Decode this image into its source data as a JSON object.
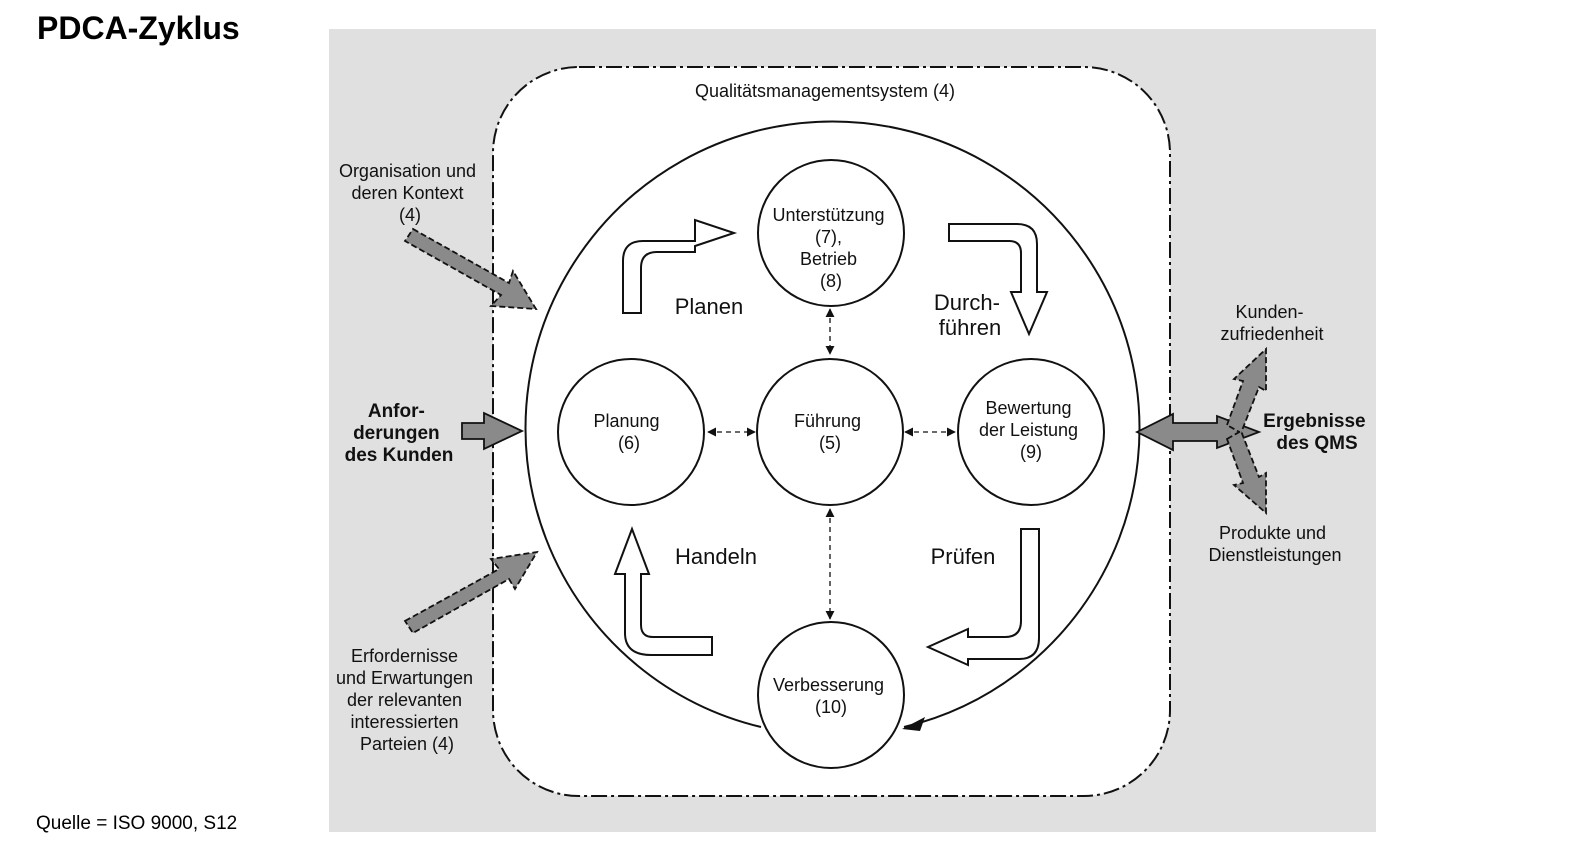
{
  "title": "PDCA-Zyklus",
  "source": "Quelle = ISO 9000, S12",
  "diagram": {
    "system": "Qualitätsmanagementsystem (4)",
    "circles": {
      "support": [
        "Unterstützung",
        "(7),",
        "Betrieb",
        "(8)"
      ],
      "planning": [
        "Planung",
        "(6)"
      ],
      "leadership": [
        "Führung",
        "(5)"
      ],
      "evaluation": [
        "Bewertung",
        "der Leistung",
        "(9)"
      ],
      "improvement": [
        "Verbesserung",
        "(10)"
      ]
    },
    "phases": {
      "plan": "Planen",
      "do": [
        "Durch-",
        "führen"
      ],
      "check": "Prüfen",
      "act": "Handeln"
    },
    "inputs": {
      "context": [
        "Organisation und",
        "deren Kontext",
        "(4)"
      ],
      "requirements": [
        "Anfor-",
        "derungen",
        "des Kunden"
      ],
      "needs": [
        "Erfordernisse",
        "und Erwartungen",
        "der relevanten",
        "interessierten",
        "Parteien (4)"
      ]
    },
    "outputs": {
      "satisfaction": [
        "Kunden-",
        "zufriedenheit"
      ],
      "results": [
        "Ergebnisse",
        "des QMS"
      ],
      "products": [
        "Produkte und",
        "Dienstleistungen"
      ]
    },
    "colors": {
      "panel": "#e0e0e0",
      "arrow_fill": "#8a8a8a",
      "stroke": "#111111"
    }
  }
}
